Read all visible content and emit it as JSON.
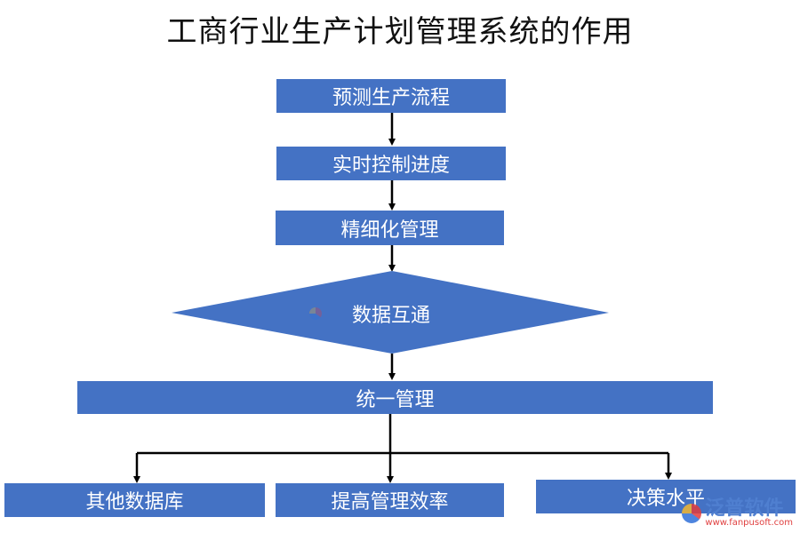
{
  "title": "工商行业生产计划管理系统的作用",
  "flow": {
    "step1": "预测生产流程",
    "step2": "实时控制进度",
    "step3": "精细化管理",
    "decision": "数据互通",
    "step4": "统一管理",
    "branches": [
      "其他数据库",
      "提高管理效率",
      "决策水平"
    ]
  },
  "colors": {
    "box_fill": "#4472c4",
    "arrow": "#000000",
    "text": "#ffffff"
  },
  "watermark": {
    "brand": "泛普软件",
    "url": "www.fanpusoft.com",
    "icon": "fanpu-logo-icon"
  }
}
